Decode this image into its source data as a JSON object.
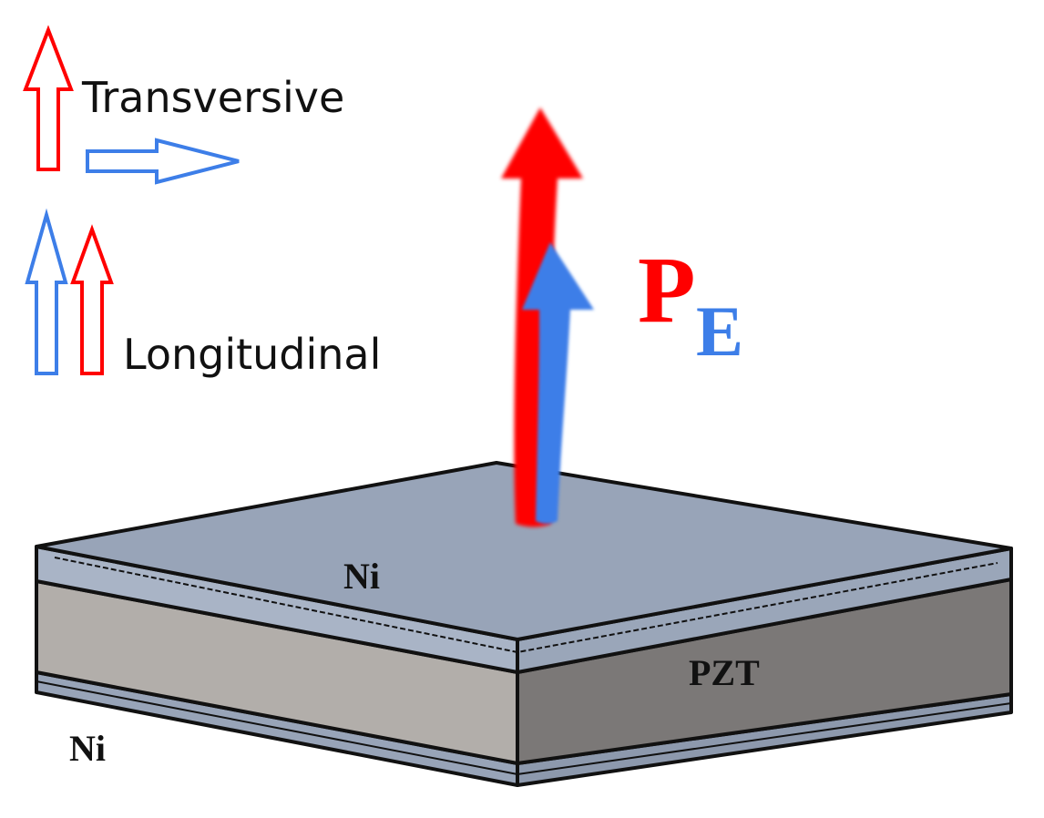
{
  "legend": {
    "transversive_label": "Transversive",
    "longitudinal_label": "Longitudinal"
  },
  "vector": {
    "p_label": "P",
    "e_label": "E"
  },
  "layers": {
    "top_label": "Ni",
    "middle_label": "PZT",
    "bottom_label": "Ni"
  },
  "colors": {
    "red": "#ff0000",
    "blue": "#3d7ee8",
    "nickel": "#98a4b8",
    "nickel_light": "#a9b4c6",
    "pzt_front": "#b2aeaa",
    "pzt_side": "#7b7877",
    "outline": "#111111"
  }
}
